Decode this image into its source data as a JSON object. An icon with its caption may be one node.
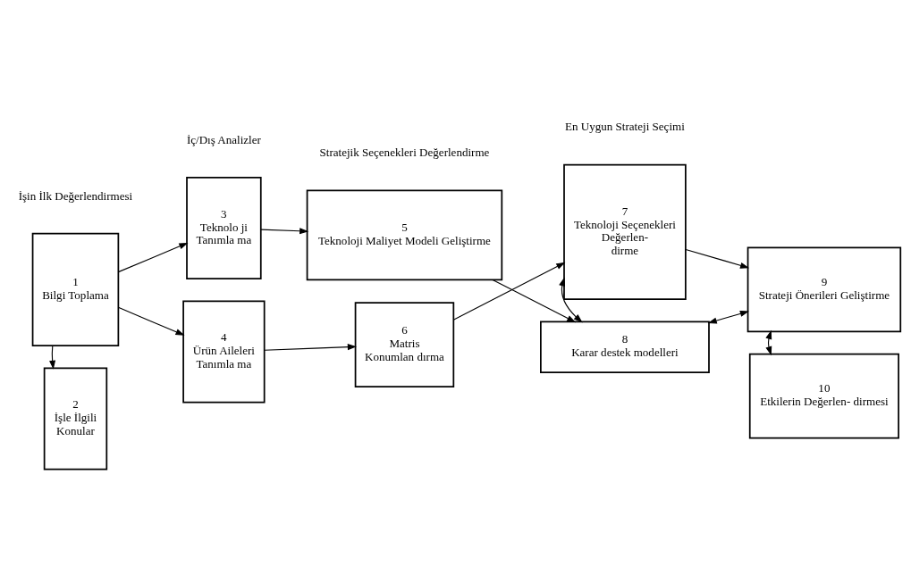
{
  "diagram": {
    "nodes": [
      {
        "text": [
          "1",
          "Bilgi Toplama"
        ]
      },
      {
        "text": [
          "2",
          "İşle İlgili",
          "Konular"
        ]
      },
      {
        "text": [
          "3",
          "Teknolo ji",
          "Tanımla ma"
        ]
      },
      {
        "text": [
          "4",
          "Ürün Aileleri",
          "Tanımla ma"
        ]
      },
      {
        "text": [
          "5",
          "Teknoloji Maliyet Modeli Geliştirme"
        ]
      },
      {
        "text": [
          "6",
          "Matris",
          "Konumlan dırma"
        ]
      },
      {
        "text": [
          "7",
          "Teknoloji Seçenekleri",
          "Değerlen-",
          "dirme"
        ]
      },
      {
        "text": [
          "8",
          "Karar destek modelleri"
        ]
      },
      {
        "text": [
          "9",
          "Strateji Önerileri Geliştirme"
        ]
      },
      {
        "text": [
          "10",
          "Etkilerin Değerlen- dirmesi"
        ]
      }
    ],
    "edges": [
      {
        "from": 0,
        "to": 2,
        "arrow": "to"
      },
      {
        "from": 0,
        "to": 1,
        "arrow": "to"
      },
      {
        "from": 0,
        "to": 3,
        "arrow": "to"
      },
      {
        "from": 2,
        "to": 4,
        "arrow": "to"
      },
      {
        "from": 4,
        "to": 7,
        "arrow": "to"
      },
      {
        "from": 3,
        "to": 5,
        "arrow": "to"
      },
      {
        "from": 5,
        "to": 6,
        "arrow": "to"
      },
      {
        "from": 6,
        "to": 7,
        "arrow": "both"
      },
      {
        "from": 7,
        "to": 8,
        "arrow": "both"
      },
      {
        "from": 6,
        "to": 8,
        "arrow": "to"
      },
      {
        "from": 8,
        "to": 9,
        "arrow": "both"
      }
    ],
    "labels": [
      "İşin İlk Değerlendirmesi",
      "İç/Dış Analizler",
      "Stratejik Seçenekleri Değerlendirme",
      "En Uygun Strateji Seçimi"
    ]
  }
}
